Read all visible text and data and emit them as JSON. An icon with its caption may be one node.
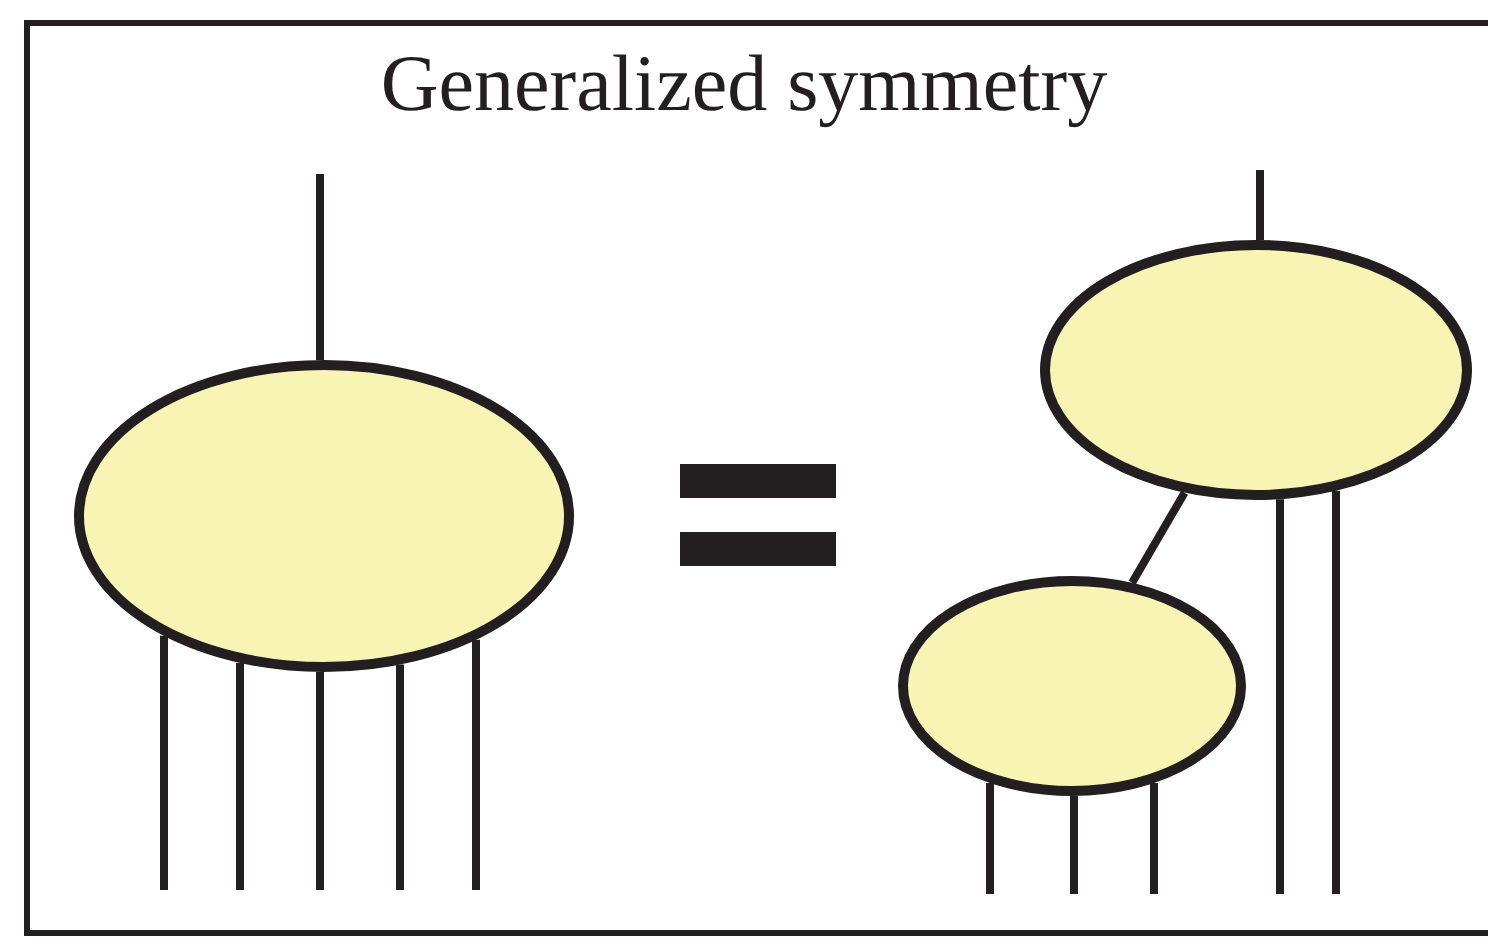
{
  "diagram": {
    "title": "Generalized symmetry",
    "nodes": [
      {
        "text": [],
        "shape": "circle"
      },
      {
        "text": [],
        "shape": "circle"
      },
      {
        "text": [],
        "shape": "circle"
      }
    ],
    "edges": [
      {
        "from": null,
        "to": 0,
        "arrow": "none"
      },
      {
        "from": 0,
        "to": null,
        "arrow": "none"
      },
      {
        "from": 0,
        "to": null,
        "arrow": "none"
      },
      {
        "from": 0,
        "to": null,
        "arrow": "none"
      },
      {
        "from": 0,
        "to": null,
        "arrow": "none"
      },
      {
        "from": 0,
        "to": null,
        "arrow": "none"
      },
      {
        "from": null,
        "to": 1,
        "arrow": "none"
      },
      {
        "from": 1,
        "to": 2,
        "arrow": "none"
      },
      {
        "from": 1,
        "to": null,
        "arrow": "none"
      },
      {
        "from": 1,
        "to": null,
        "arrow": "none"
      },
      {
        "from": 2,
        "to": null,
        "arrow": "none"
      },
      {
        "from": 2,
        "to": null,
        "arrow": "none"
      },
      {
        "from": 2,
        "to": null,
        "arrow": "none"
      }
    ]
  }
}
